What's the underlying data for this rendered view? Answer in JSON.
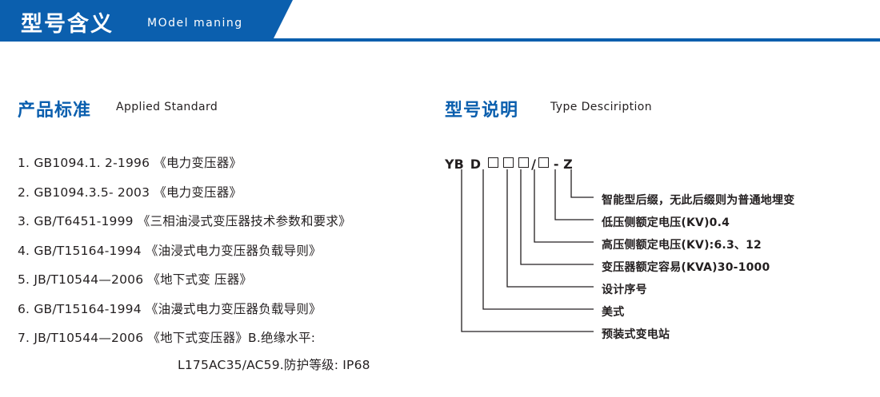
{
  "header": {
    "title_cn": "型号含义",
    "title_en": "MOdel maning",
    "accent_color": "#0b5fae"
  },
  "standards": {
    "title_cn": "产品标准",
    "title_en": "Applied Standard",
    "items": [
      "1. GB1094.1. 2-1996 《电力变压器》",
      "2. GB1094.3.5- 2003 《电力变压器》",
      "3. GB/T6451-1999   《三相油浸式变压器技术参数和要求》",
      "4. GB/T15164-1994 《油浸式电力变压器负载导则》",
      "5. JB/T10544—2006 《地下式变 压器》",
      "6. GB/T15164-1994 《油漫式电力变压器负载导则》",
      "7. JB/T10544—2006 《地下式变压器》B.绝缘水平:"
    ],
    "continuation": "L175AC35/AC59.防护等级: IP68"
  },
  "type_description": {
    "title_cn": "型号说明",
    "title_en": "Type Desciription",
    "code": {
      "prefix1": "YB",
      "prefix2": "D",
      "box_count": 3,
      "slash": "/",
      "box_after_slash": 1,
      "suffix": "- Z"
    },
    "annotations": [
      "智能型后缀，无此后缀则为普通地埋变",
      "低压侧额定电压(KV)0.4",
      "高压侧额定电压(KV):6.3、12",
      "变压器额定容易(KVA)30-1000",
      "设计序号",
      "美式",
      "预装式变电站"
    ]
  }
}
